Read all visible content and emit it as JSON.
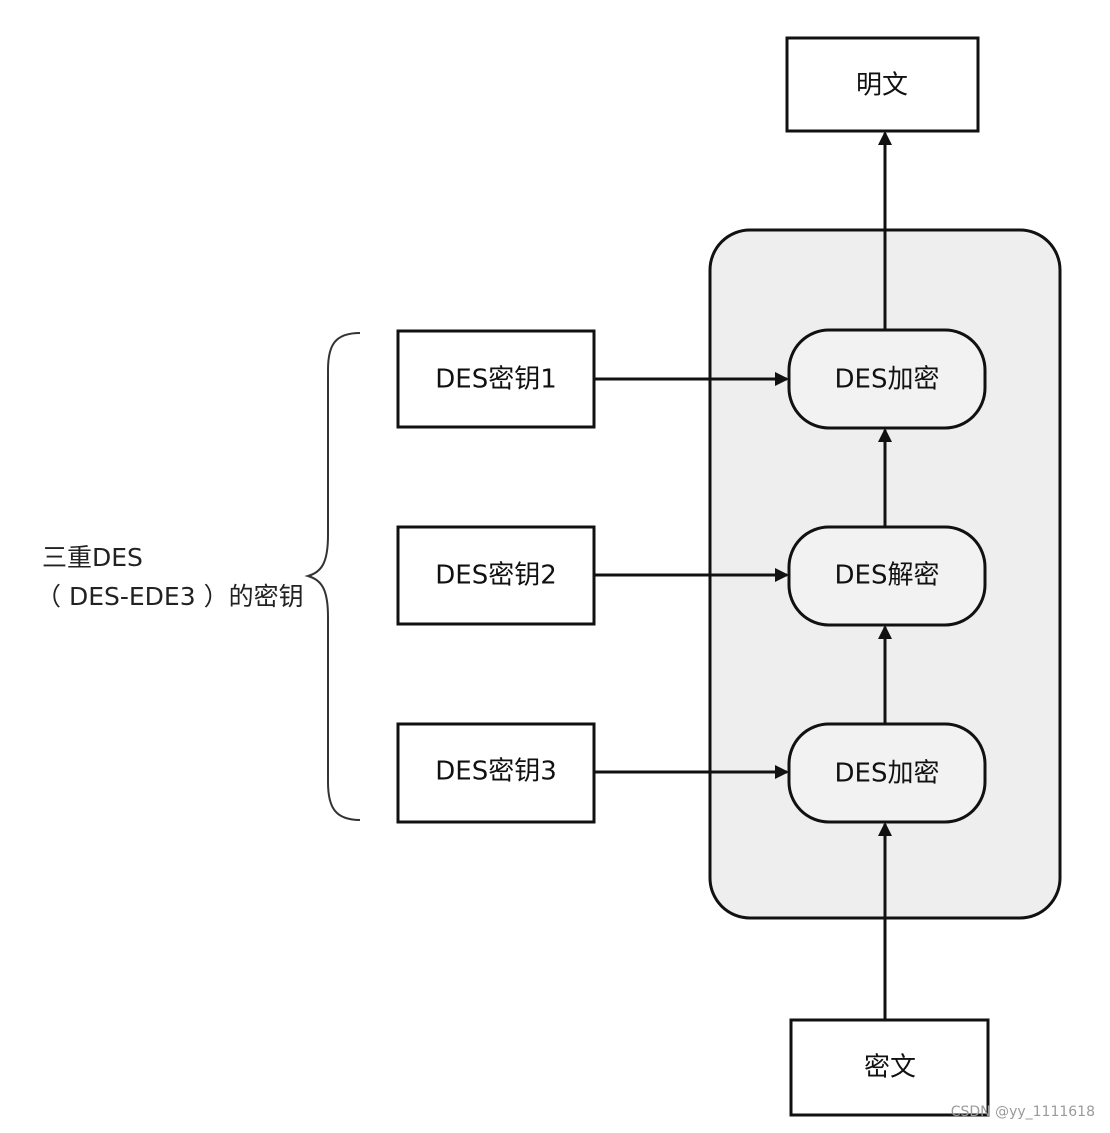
{
  "diagram": {
    "plaintext_box": "明文",
    "ciphertext_box": "密文",
    "key_boxes": [
      "DES密钥1",
      "DES密钥2",
      "DES密钥3"
    ],
    "operations": [
      "DES加密",
      "DES解密",
      "DES加密"
    ],
    "brace_label": {
      "line1": "三重DES",
      "line2": "（ DES-EDE3 ）的密钥"
    }
  },
  "watermark": "CSDN @yy_1111618",
  "colors": {
    "stroke": "#111111",
    "panel_fill": "#eeeeee",
    "node_fill": "#f2f2f2",
    "background": "#ffffff"
  }
}
